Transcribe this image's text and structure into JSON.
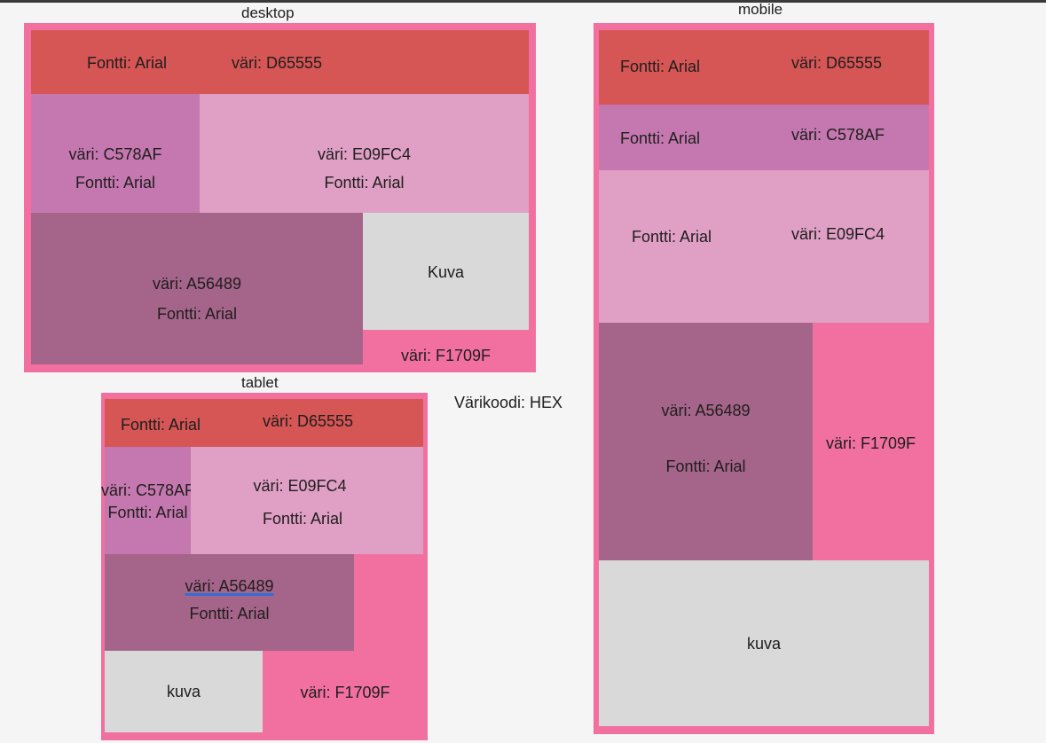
{
  "labels": {
    "desktop": "desktop",
    "tablet": "tablet",
    "mobile": "mobile",
    "color_code_note": "Värikoodi: HEX"
  },
  "desktop": {
    "header": {
      "font": "Fontti: Arial",
      "color": "väri: D65555"
    },
    "block_c578af": {
      "color": "väri: C578AF",
      "font": "Fontti: Arial"
    },
    "block_e09fc4": {
      "color": "väri: E09FC4",
      "font": "Fontti: Arial"
    },
    "block_a56489": {
      "color": "väri: A56489",
      "font": "Fontti: Arial"
    },
    "image": "Kuva",
    "bg_color": "väri: F1709F"
  },
  "tablet": {
    "header": {
      "font": "Fontti: Arial",
      "color": "väri: D65555"
    },
    "block_c578af": {
      "color": "väri: C578AF",
      "font": "Fontti: Arial"
    },
    "block_e09fc4": {
      "color": "väri: E09FC4",
      "font": "Fontti: Arial"
    },
    "block_a56489": {
      "color": "väri: A56489",
      "font": "Fontti: Arial"
    },
    "image": "kuva",
    "bg_color": "väri: F1709F"
  },
  "mobile": {
    "header": {
      "font": "Fontti: Arial",
      "color": "väri: D65555"
    },
    "block_c578af": {
      "font": "Fontti: Arial",
      "color": "väri: C578AF"
    },
    "block_e09fc4": {
      "font": "Fontti: Arial",
      "color": "väri: E09FC4"
    },
    "block_a56489": {
      "color": "väri: A56489",
      "font": "Fontti: Arial"
    },
    "bg_color": "väri: F1709F",
    "image": "kuva"
  },
  "colors": {
    "D65555": "#D65555",
    "C578AF": "#C578AF",
    "E09FC4": "#E09FC4",
    "A56489": "#A56489",
    "F1709F": "#F1709F",
    "image_gray": "#D9D9D9",
    "canvas": "#F5F5F5"
  }
}
